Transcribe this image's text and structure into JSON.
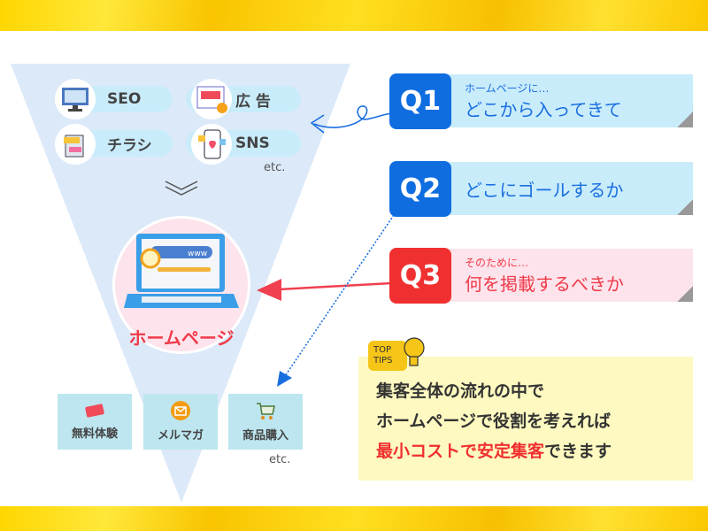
{
  "funnel": {
    "channels": [
      {
        "label": "SEO",
        "icon": "seo-monitor-icon"
      },
      {
        "label": "広 告",
        "icon": "ads-icon"
      },
      {
        "label": "チラシ",
        "icon": "flyer-icon"
      },
      {
        "label": "SNS",
        "icon": "sns-phone-icon"
      }
    ],
    "channels_etc": "etc.",
    "homepage_label": "ホームページ",
    "goals": [
      {
        "label": "無料体験",
        "icon": "free-trial-tag-icon"
      },
      {
        "label": "メルマガ",
        "icon": "mail-icon"
      },
      {
        "label": "商品購入",
        "icon": "shopping-cart-icon"
      }
    ],
    "goals_etc": "etc."
  },
  "questions": [
    {
      "tag": "Q1",
      "sub": "ホームページに…",
      "main": "どこから入ってきて"
    },
    {
      "tag": "Q2",
      "sub": "",
      "main": "どこにゴールするか"
    },
    {
      "tag": "Q3",
      "sub": "そのために…",
      "main": "何を掲載するべきか"
    }
  ],
  "tips": {
    "badge_line1": "TOP",
    "badge_line2": "TIPS",
    "line1": "集客全体の流れの中で",
    "line2": "ホームページで役割を考えれば",
    "line3_highlight": "最小コストで安定集客",
    "line3_rest": "できます"
  },
  "colors": {
    "blue": "#0f6de0",
    "red": "#f03030",
    "light_blue": "#c9ecfb",
    "pink": "#fde4ec",
    "yellow": "#fdf9c0"
  }
}
